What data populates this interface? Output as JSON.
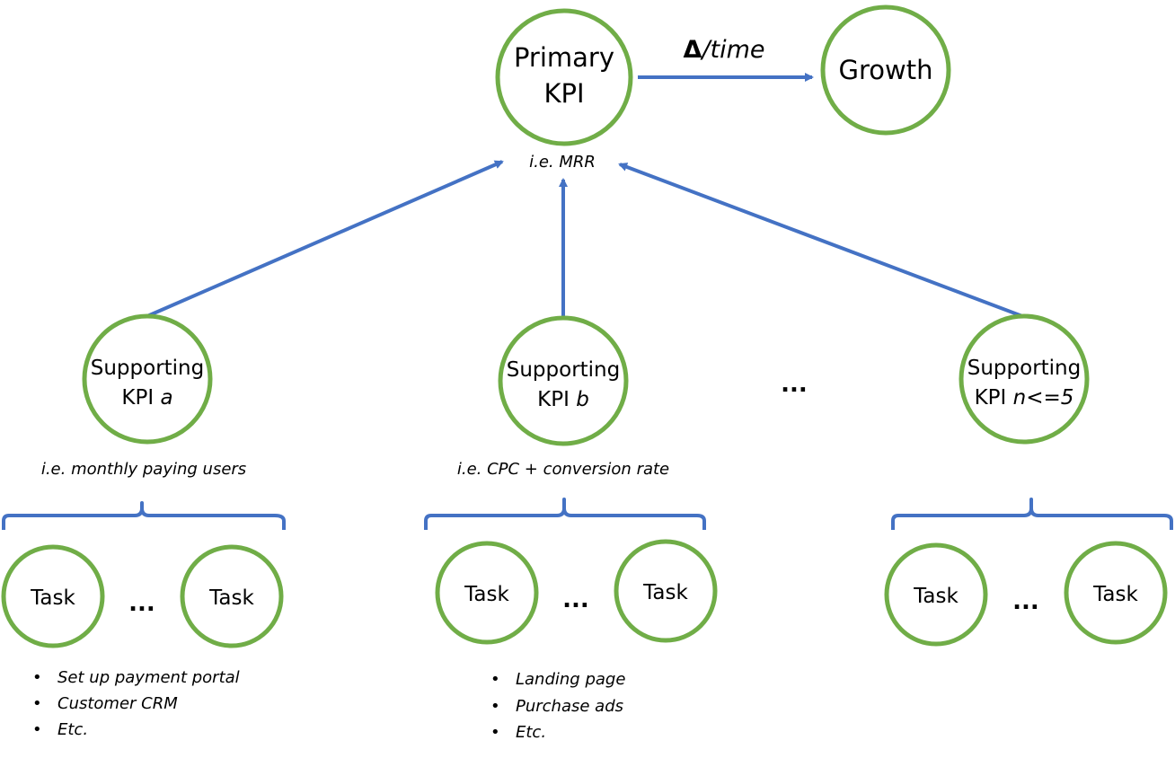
{
  "colors": {
    "node_stroke": "#70ad47",
    "arrow": "#4472c4"
  },
  "primary": {
    "line1": "Primary",
    "line2": "KPI",
    "note": "i.e. MRR"
  },
  "growth": {
    "label": "Growth"
  },
  "edge": {
    "delta": "Δ",
    "per_time": "/time"
  },
  "supporting": [
    {
      "line1": "Supporting",
      "prefix": "KPI ",
      "suffix": "a",
      "note": "i.e. monthly paying users",
      "tasks": [
        "Task",
        "Task"
      ],
      "ellipsis": "...",
      "bullets": [
        "Set up payment portal",
        "Customer CRM",
        "Etc."
      ]
    },
    {
      "line1": "Supporting",
      "prefix": "KPI ",
      "suffix": "b",
      "note": "i.e. CPC + conversion rate",
      "tasks": [
        "Task",
        "Task"
      ],
      "ellipsis": "...",
      "bullets": [
        "Landing page",
        "Purchase ads",
        "Etc."
      ]
    },
    {
      "line1": "Supporting",
      "prefix": "KPI ",
      "suffix": "n<=5",
      "note": "",
      "tasks": [
        "Task",
        "Task"
      ],
      "ellipsis": "...",
      "bullets": []
    }
  ],
  "between_ellipsis": "...",
  "bullet_char": "•"
}
